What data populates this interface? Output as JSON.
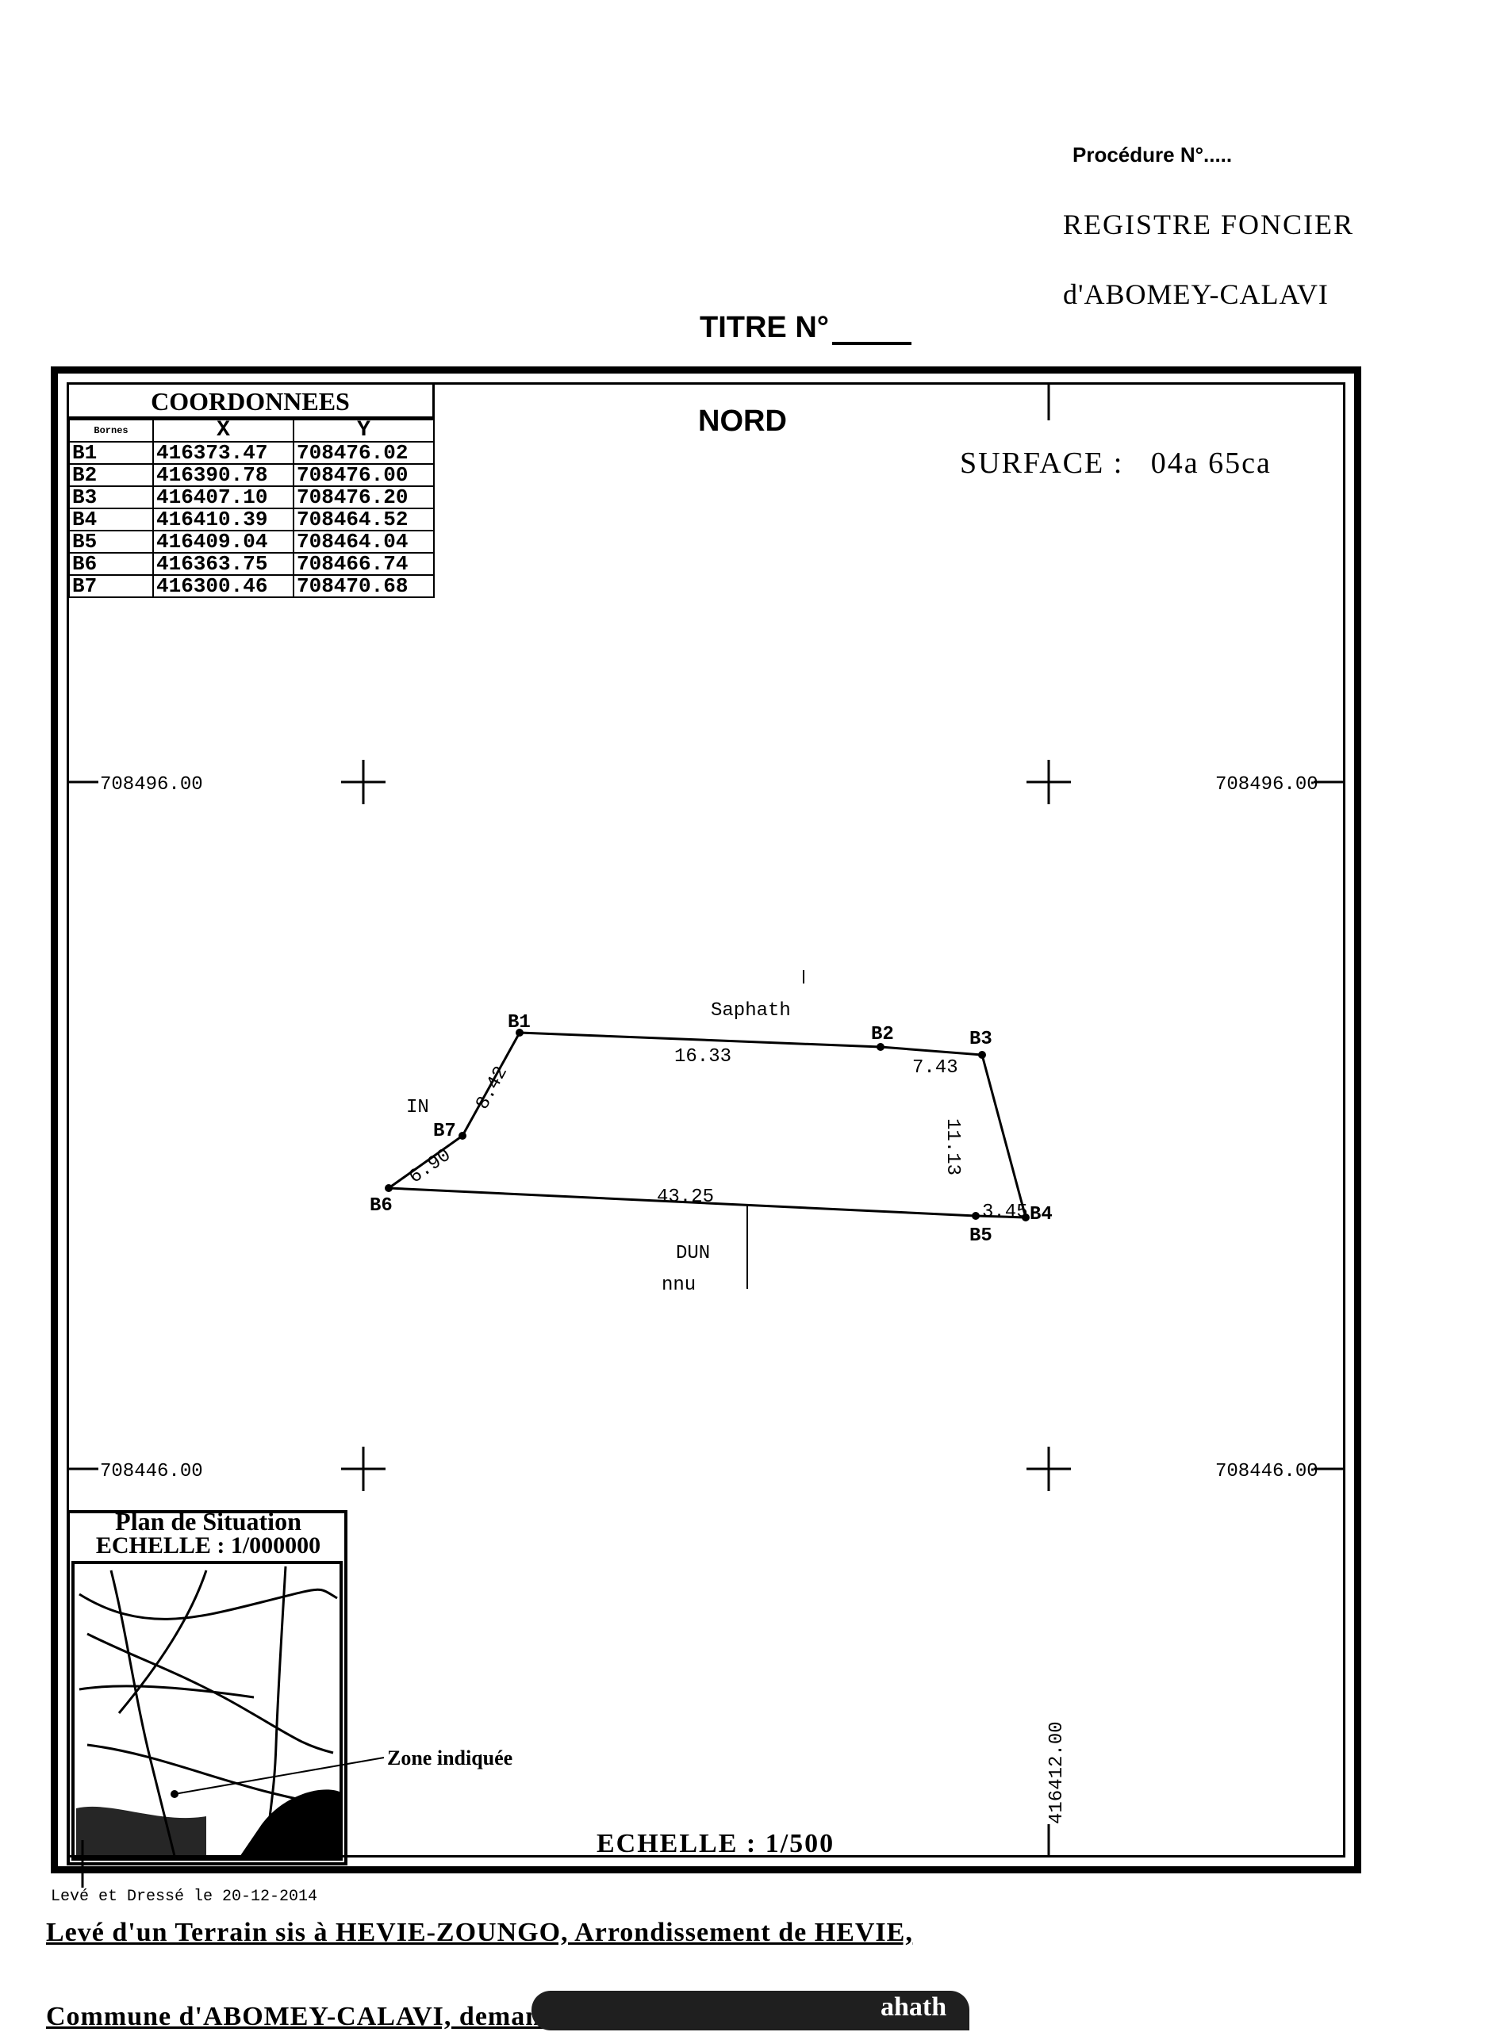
{
  "header": {
    "procedure": "Procédure N°.....",
    "registre": "REGISTRE FONCIER",
    "commune": "d'ABOMEY-CALAVI",
    "titre_label": "TITRE N°"
  },
  "coordinates": {
    "title": "COORDONNEES",
    "columns": [
      "Bornes",
      "X",
      "Y"
    ],
    "rows": [
      [
        "B1",
        "416373.47",
        "708476.02"
      ],
      [
        "B2",
        "416390.78",
        "708476.00"
      ],
      [
        "B3",
        "416407.10",
        "708476.20"
      ],
      [
        "B4",
        "416410.39",
        "708464.52"
      ],
      [
        "B5",
        "416409.04",
        "708464.04"
      ],
      [
        "B6",
        "416363.75",
        "708466.74"
      ],
      [
        "B7",
        "416300.46",
        "708470.68"
      ]
    ]
  },
  "plan": {
    "nord": "NORD",
    "surface": "SURFACE :   04a 65ca",
    "grid_labels": {
      "top_left": "708496.00",
      "top_right": "708496.00",
      "bottom_left": "708446.00",
      "bottom_right": "708446.00",
      "x_bottom": "416412.00"
    },
    "neighbors": {
      "north": "Saphath",
      "west": "IN",
      "south": "DUN",
      "south2": "nnu"
    },
    "boundary_labels": {
      "b1": "B1",
      "b2": "B2",
      "b3": "B3",
      "b4": "B4",
      "b5": "B5",
      "b6": "B6",
      "b7": "B7"
    },
    "dimension_labels": {
      "b1_b2": "16.33",
      "b2_b3": "7.43",
      "b3_b4": "11.13",
      "b4_b5": "3.45",
      "b5_b6": "43.25",
      "b6_b7": "6.90",
      "b7_b1": "8.42"
    },
    "situation_title": "Plan de Situation",
    "situation_scale": "ECHELLE : 1/000000",
    "zone_label": "Zone indiquée",
    "scale": "ECHELLE : 1/500"
  },
  "footer": {
    "leve_date": "Levé et Dressé le 20-12-2014",
    "line1": "Levé d'un Terrain sis à HEVIE-ZOUNGO, Arrondissement de HEVIE,",
    "line2": "Commune d'ABOMEY-CALAVI, demandé par",
    "line2_end": "ahath"
  }
}
